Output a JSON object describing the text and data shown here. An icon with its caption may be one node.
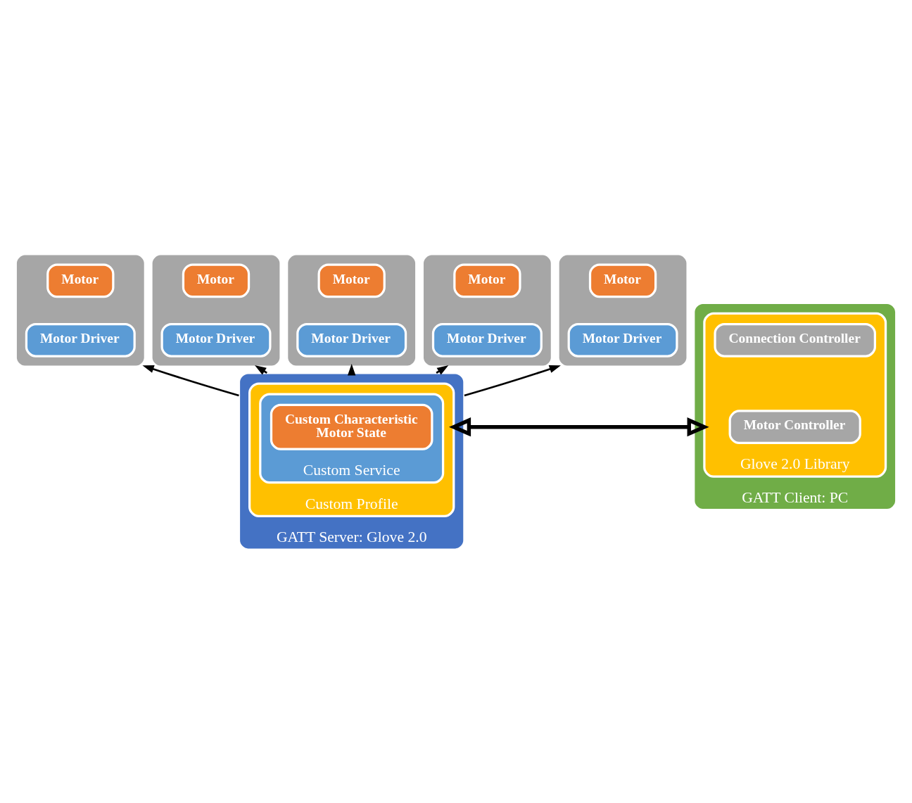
{
  "diagram": {
    "nodes": [
      {
        "text": [],
        "shape": "box"
      },
      {
        "text": [
          "Motor"
        ],
        "in": 0
      },
      {
        "text": [
          "Motor Driver"
        ],
        "in": 0
      },
      {
        "text": [],
        "shape": "box"
      },
      {
        "text": [
          "Motor"
        ],
        "in": 3
      },
      {
        "text": [
          "Motor Driver"
        ],
        "in": 3
      },
      {
        "text": [],
        "shape": "box"
      },
      {
        "text": [
          "Motor"
        ],
        "in": 6
      },
      {
        "text": [
          "Motor Driver"
        ],
        "in": 6
      },
      {
        "text": [],
        "shape": "box"
      },
      {
        "text": [
          "Motor"
        ],
        "in": 9
      },
      {
        "text": [
          "Motor Driver"
        ],
        "in": 9
      },
      {
        "text": [],
        "shape": "box"
      },
      {
        "text": [
          "Motor"
        ],
        "in": 12
      },
      {
        "text": [
          "Motor Driver"
        ],
        "in": 12
      },
      {
        "text": [
          "GATT Server: Glove 2.0"
        ]
      },
      {
        "text": [
          "Custom Profile"
        ],
        "in": 15
      },
      {
        "text": [
          "Custom Service"
        ],
        "in": 16
      },
      {
        "text": [
          "Custom Characteristic",
          "Motor State"
        ],
        "in": 17
      },
      {
        "text": [
          "GATT Client: PC"
        ]
      },
      {
        "text": [
          "Glove 2.0 Library"
        ],
        "in": 19
      },
      {
        "text": [
          "Connection Controller"
        ],
        "in": 20
      },
      {
        "text": [
          "Motor Controller"
        ],
        "in": 20
      }
    ],
    "edges": [
      {
        "from": 15,
        "to": 0,
        "arrow": "to"
      },
      {
        "from": 15,
        "to": 3,
        "arrow": "to"
      },
      {
        "from": 15,
        "to": 6,
        "arrow": "to"
      },
      {
        "from": 15,
        "to": 9,
        "arrow": "to"
      },
      {
        "from": 15,
        "to": 12,
        "arrow": "to"
      },
      {
        "from": 16,
        "to": 20,
        "arrow": "both",
        "style": "thick"
      }
    ]
  }
}
